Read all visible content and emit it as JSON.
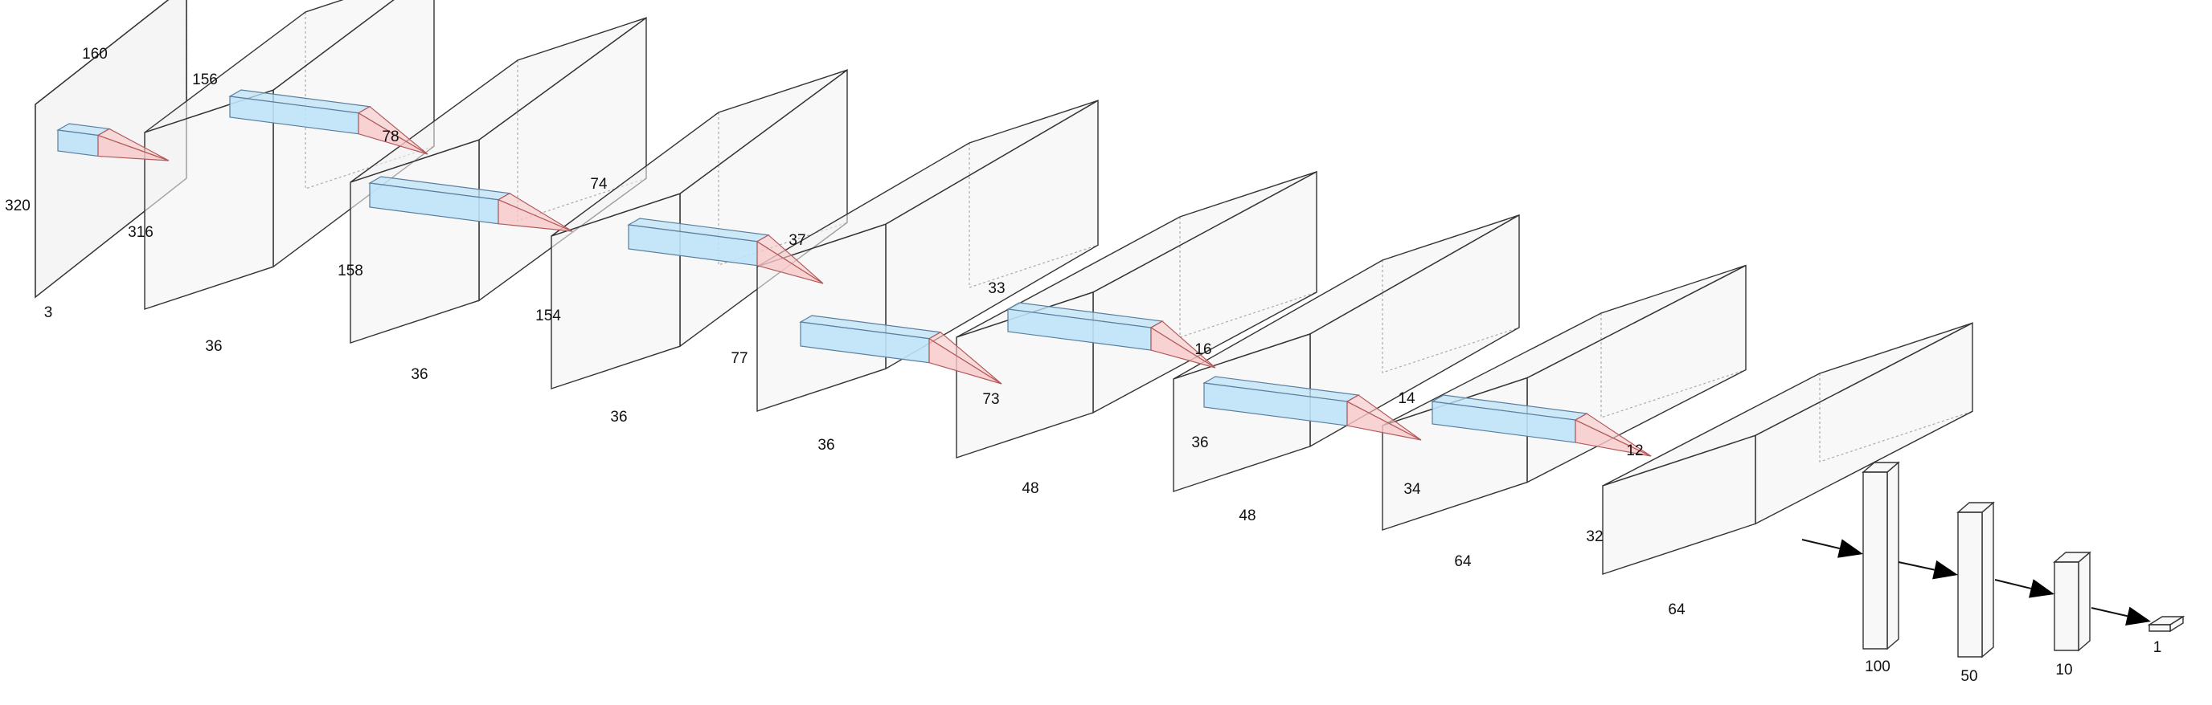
{
  "colors": {
    "box_fill": "#f2f2f2",
    "box_stroke": "#333333",
    "kernel_fill": "#bfe3f7",
    "kernel_stroke": "#5a7fa0",
    "cone_fill": "#f7c8c8",
    "cone_stroke": "#b55a5a",
    "arrow": "#000000"
  },
  "layers": [
    {
      "id": "input",
      "depth": "3",
      "height": "320",
      "width": "160"
    },
    {
      "id": "conv1",
      "depth": "36",
      "height": "316",
      "width": "156"
    },
    {
      "id": "conv2",
      "depth": "36",
      "height": "158",
      "width": "78"
    },
    {
      "id": "conv3",
      "depth": "36",
      "height": "154",
      "width": "74"
    },
    {
      "id": "conv4",
      "depth": "36",
      "height": "77",
      "width": "37"
    },
    {
      "id": "conv5",
      "depth": "48",
      "height": "73",
      "width": "33"
    },
    {
      "id": "conv6",
      "depth": "48",
      "height": "36",
      "width": "16"
    },
    {
      "id": "conv7",
      "depth": "64",
      "height": "34",
      "width": "14"
    },
    {
      "id": "conv8",
      "depth": "64",
      "height": "32",
      "width": "12"
    }
  ],
  "dense_layers": [
    {
      "id": "fc1",
      "units": "100"
    },
    {
      "id": "fc2",
      "units": "50"
    },
    {
      "id": "fc3",
      "units": "10"
    },
    {
      "id": "out",
      "units": "1"
    }
  ]
}
